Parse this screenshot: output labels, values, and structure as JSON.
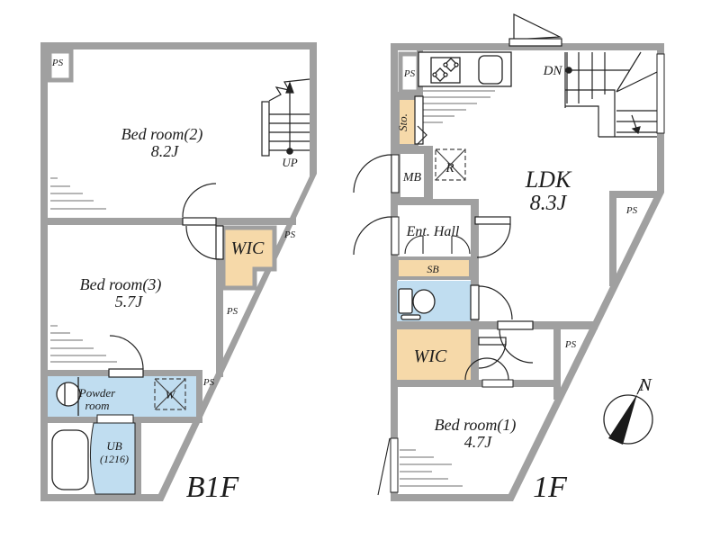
{
  "document_type": "floor-plan",
  "colors": {
    "wall": "#a0a0a0",
    "closet_tan": "#f6d9a9",
    "wet_blue": "#c0ddf0",
    "line": "#222222"
  },
  "shared": {
    "ps": "PS",
    "wic": "WIC"
  },
  "b1f": {
    "floor_label": "B1F",
    "bedroom2": "Bed room(2)",
    "bedroom2_size": "8.2J",
    "bedroom3": "Bed room(3)",
    "bedroom3_size": "5.7J",
    "powder_line1": "Powder",
    "powder_line2": "room",
    "ub_line1": "UB",
    "ub_line2": "(1216)",
    "washer": "W",
    "up": "UP"
  },
  "f1": {
    "floor_label": "1F",
    "ldk": "LDK",
    "ldk_size": "8.3J",
    "bedroom1": "Bed room(1)",
    "bedroom1_size": "4.7J",
    "ent_hall": "Ent. Hall",
    "sto": "Sto.",
    "mb": "MB",
    "sb": "SB",
    "refrigerator": "R",
    "dn": "DN",
    "north": "N"
  }
}
